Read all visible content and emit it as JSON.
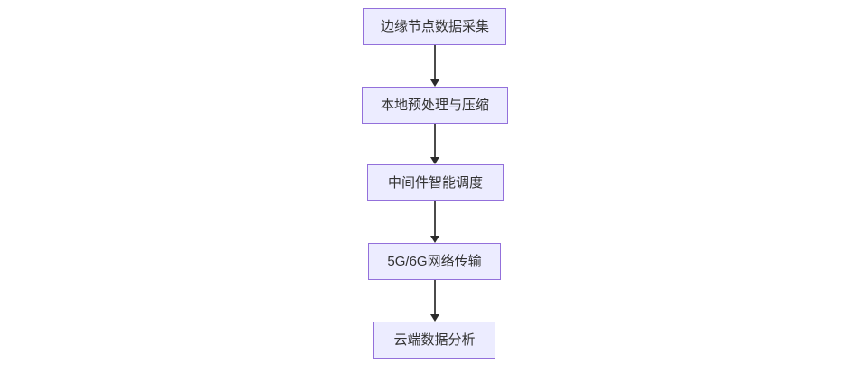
{
  "diagram": {
    "type": "flowchart",
    "direction": "top-down",
    "nodes": [
      {
        "id": "A",
        "label": "边缘节点数据采集"
      },
      {
        "id": "B",
        "label": "本地预处理与压缩"
      },
      {
        "id": "C",
        "label": "中间件智能调度"
      },
      {
        "id": "D",
        "label": "5G/6G网络传输"
      },
      {
        "id": "E",
        "label": "云端数据分析"
      }
    ],
    "edges": [
      {
        "from": "A",
        "to": "B",
        "label": ""
      },
      {
        "from": "B",
        "to": "C",
        "label": ""
      },
      {
        "from": "C",
        "to": "D",
        "label": ""
      },
      {
        "from": "D",
        "to": "E",
        "label": ""
      }
    ],
    "colors": {
      "node_fill": "#ECECFF",
      "node_border": "#9370DB",
      "node_text": "#333333",
      "arrow_line": "#4b4b4b",
      "arrow_head": "#2b2b2b",
      "background": "#ffffff"
    }
  }
}
